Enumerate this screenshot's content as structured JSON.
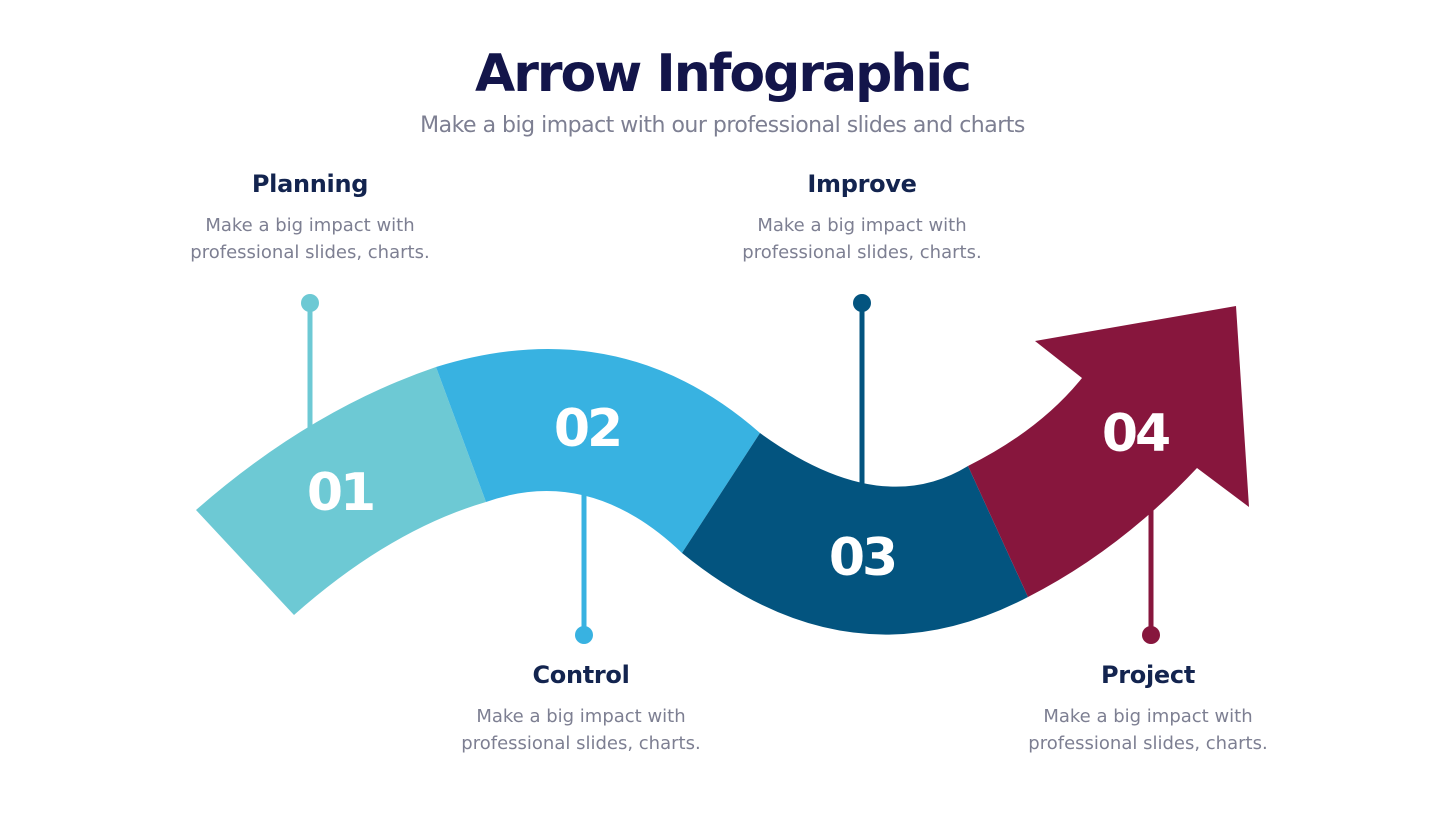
{
  "header": {
    "title": "Arrow Infographic",
    "subtitle": "Make a big impact with our professional slides and charts"
  },
  "steps": [
    {
      "number": "01",
      "title": "Planning",
      "desc_line1": "Make a big impact with",
      "desc_line2": "professional slides, charts.",
      "color": "#6dc9d4"
    },
    {
      "number": "02",
      "title": "Control",
      "desc_line1": "Make a big impact with",
      "desc_line2": "professional slides, charts.",
      "color": "#38b2e1"
    },
    {
      "number": "03",
      "title": "Improve",
      "desc_line1": "Make a big impact with",
      "desc_line2": "professional slides, charts.",
      "color": "#03547f"
    },
    {
      "number": "04",
      "title": "Project",
      "desc_line1": "Make a big impact with",
      "desc_line2": "professional slides, charts.",
      "color": "#87163d"
    }
  ]
}
